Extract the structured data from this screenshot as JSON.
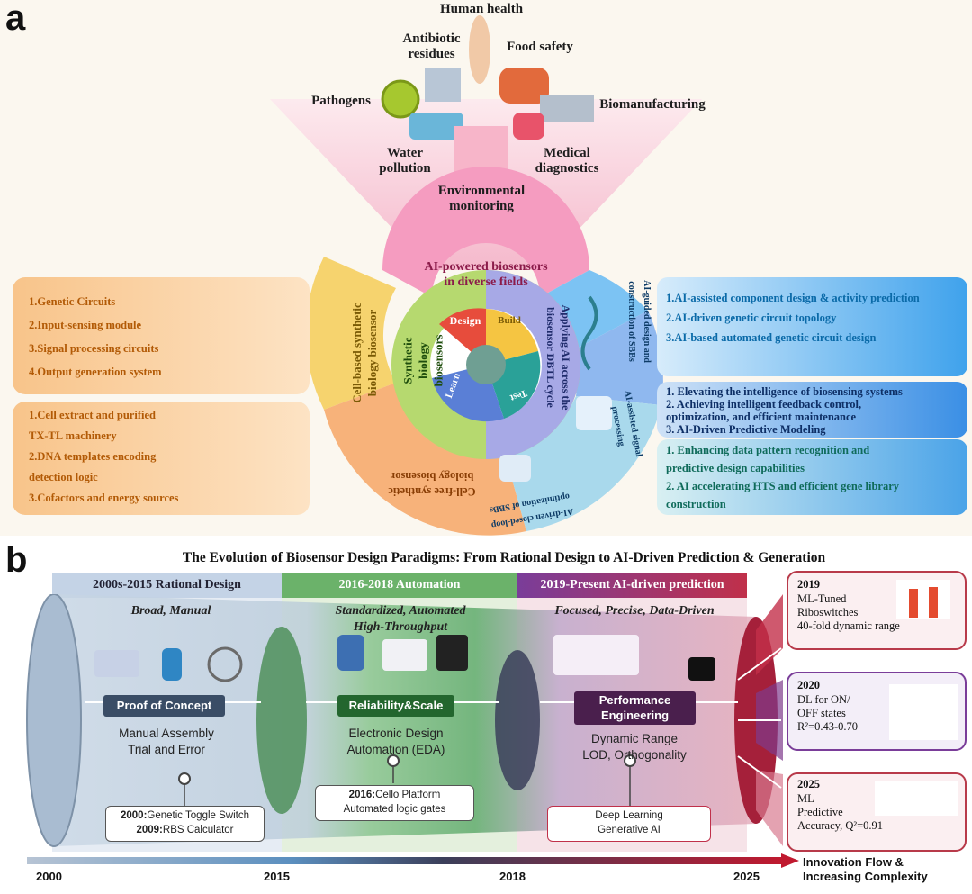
{
  "panel_a": {
    "label": "a",
    "fields": {
      "human_health": "Human health",
      "antibiotic": "Antibiotic\nresidues",
      "food_safety": "Food safety",
      "pathogens": "Pathogens",
      "biomanufacturing": "Biomanufacturing",
      "water": "Water\npollution",
      "medical": "Medical\ndiagnostics",
      "environmental": "Environmental\nmonitoring"
    },
    "ring": {
      "top": "AI-powered biosensors\nin diverse fields",
      "left": "Cell-based synthetic\nbiology biosensor",
      "bottom_left": "Cell-free synthetic\nbiology biosensor",
      "right_top": "AI-guided design and\nconstruction of SBBs",
      "right_mid": "AI-assisted signal\nprocessing",
      "right_bottom": "AI-driven closed-loop\noptimization of SBBs",
      "inner_left": "Synthetic\nbiology\nbiosensors",
      "inner_right": "Applying AI across the\nbiosensor DBTL cycle",
      "cycle": [
        "Design",
        "Build",
        "Test",
        "Learn"
      ]
    },
    "left_boxes": [
      {
        "items": [
          "1.Genetic Circuits",
          "2.Input-sensing module",
          "3.Signal processing circuits",
          "4.Output generation system"
        ]
      },
      {
        "items": [
          "1.Cell extract and purified",
          "TX-TL machinery",
          "2.DNA templates encoding",
          "detection logic",
          "3.Cofactors and energy sources"
        ]
      }
    ],
    "right_boxes": [
      {
        "items": [
          "1.AI-assisted component design & activity prediction",
          "2.AI-driven genetic circuit topology",
          "3.AI-based automated genetic circuit design"
        ]
      },
      {
        "items": [
          "1. Elevating the intelligence of biosensing systems",
          "2. Achieving intelligent feedback control,",
          "optimization, and efficient maintenance",
          "3. AI-Driven Predictive Modeling"
        ]
      },
      {
        "items": [
          "1. Enhancing data pattern recognition and",
          "predictive design capabilities",
          "2. AI accelerating HTS and efficient gene library",
          "construction"
        ]
      }
    ]
  },
  "panel_b": {
    "label": "b",
    "title": "The Evolution of Biosensor Design Paradigms: From Rational Design to AI-Driven Prediction & Generation",
    "eras": [
      {
        "header": "2000s-2015 Rational Design",
        "subtitle": "Broad, Manual",
        "stage": "Proof of Concept",
        "desc": "Manual Assembly\nTrial and Error",
        "milestone": [
          {
            "bold": "2000:",
            "text": "Genetic Toggle Switch"
          },
          {
            "bold": "2009:",
            "text": "RBS Calculator"
          }
        ]
      },
      {
        "header": "2016-2018 Automation",
        "subtitle": "Standardized, Automated\nHigh-Throughput",
        "stage": "Reliability&Scale",
        "desc": "Electronic Design\nAutomation (EDA)",
        "milestone": [
          {
            "bold": "2016:",
            "text": "Cello Platform"
          },
          {
            "bold": "",
            "text": "Automated logic gates"
          }
        ]
      },
      {
        "header": "2019-Present AI-driven prediction",
        "subtitle": "Focused, Precise, Data-Driven",
        "stage": "Performance\nEngineering",
        "desc": "Dynamic Range\nLOD, Orthogonality",
        "milestone": [
          {
            "bold": "",
            "text": "Deep Learning"
          },
          {
            "bold": "",
            "text": "Generative AI"
          }
        ]
      }
    ],
    "results": [
      {
        "year": "2019",
        "text": "ML-Tuned\nRiboswitches\n40-fold dynamic range"
      },
      {
        "year": "2020",
        "text": "DL for ON/\nOFF states\nR²=0.43-0.70"
      },
      {
        "year": "2025",
        "text": "ML\nPredictive\nAccuracy, Q²=0.91"
      }
    ],
    "timeline": {
      "ticks": [
        "2000",
        "2015",
        "2018",
        "2025"
      ],
      "end_label": "Innovation Flow &\nIncreasing Complexity"
    },
    "colors": {
      "rational": "#8aa3c2",
      "automation": "#3f9b4f",
      "ai": "#b23a5a"
    }
  }
}
